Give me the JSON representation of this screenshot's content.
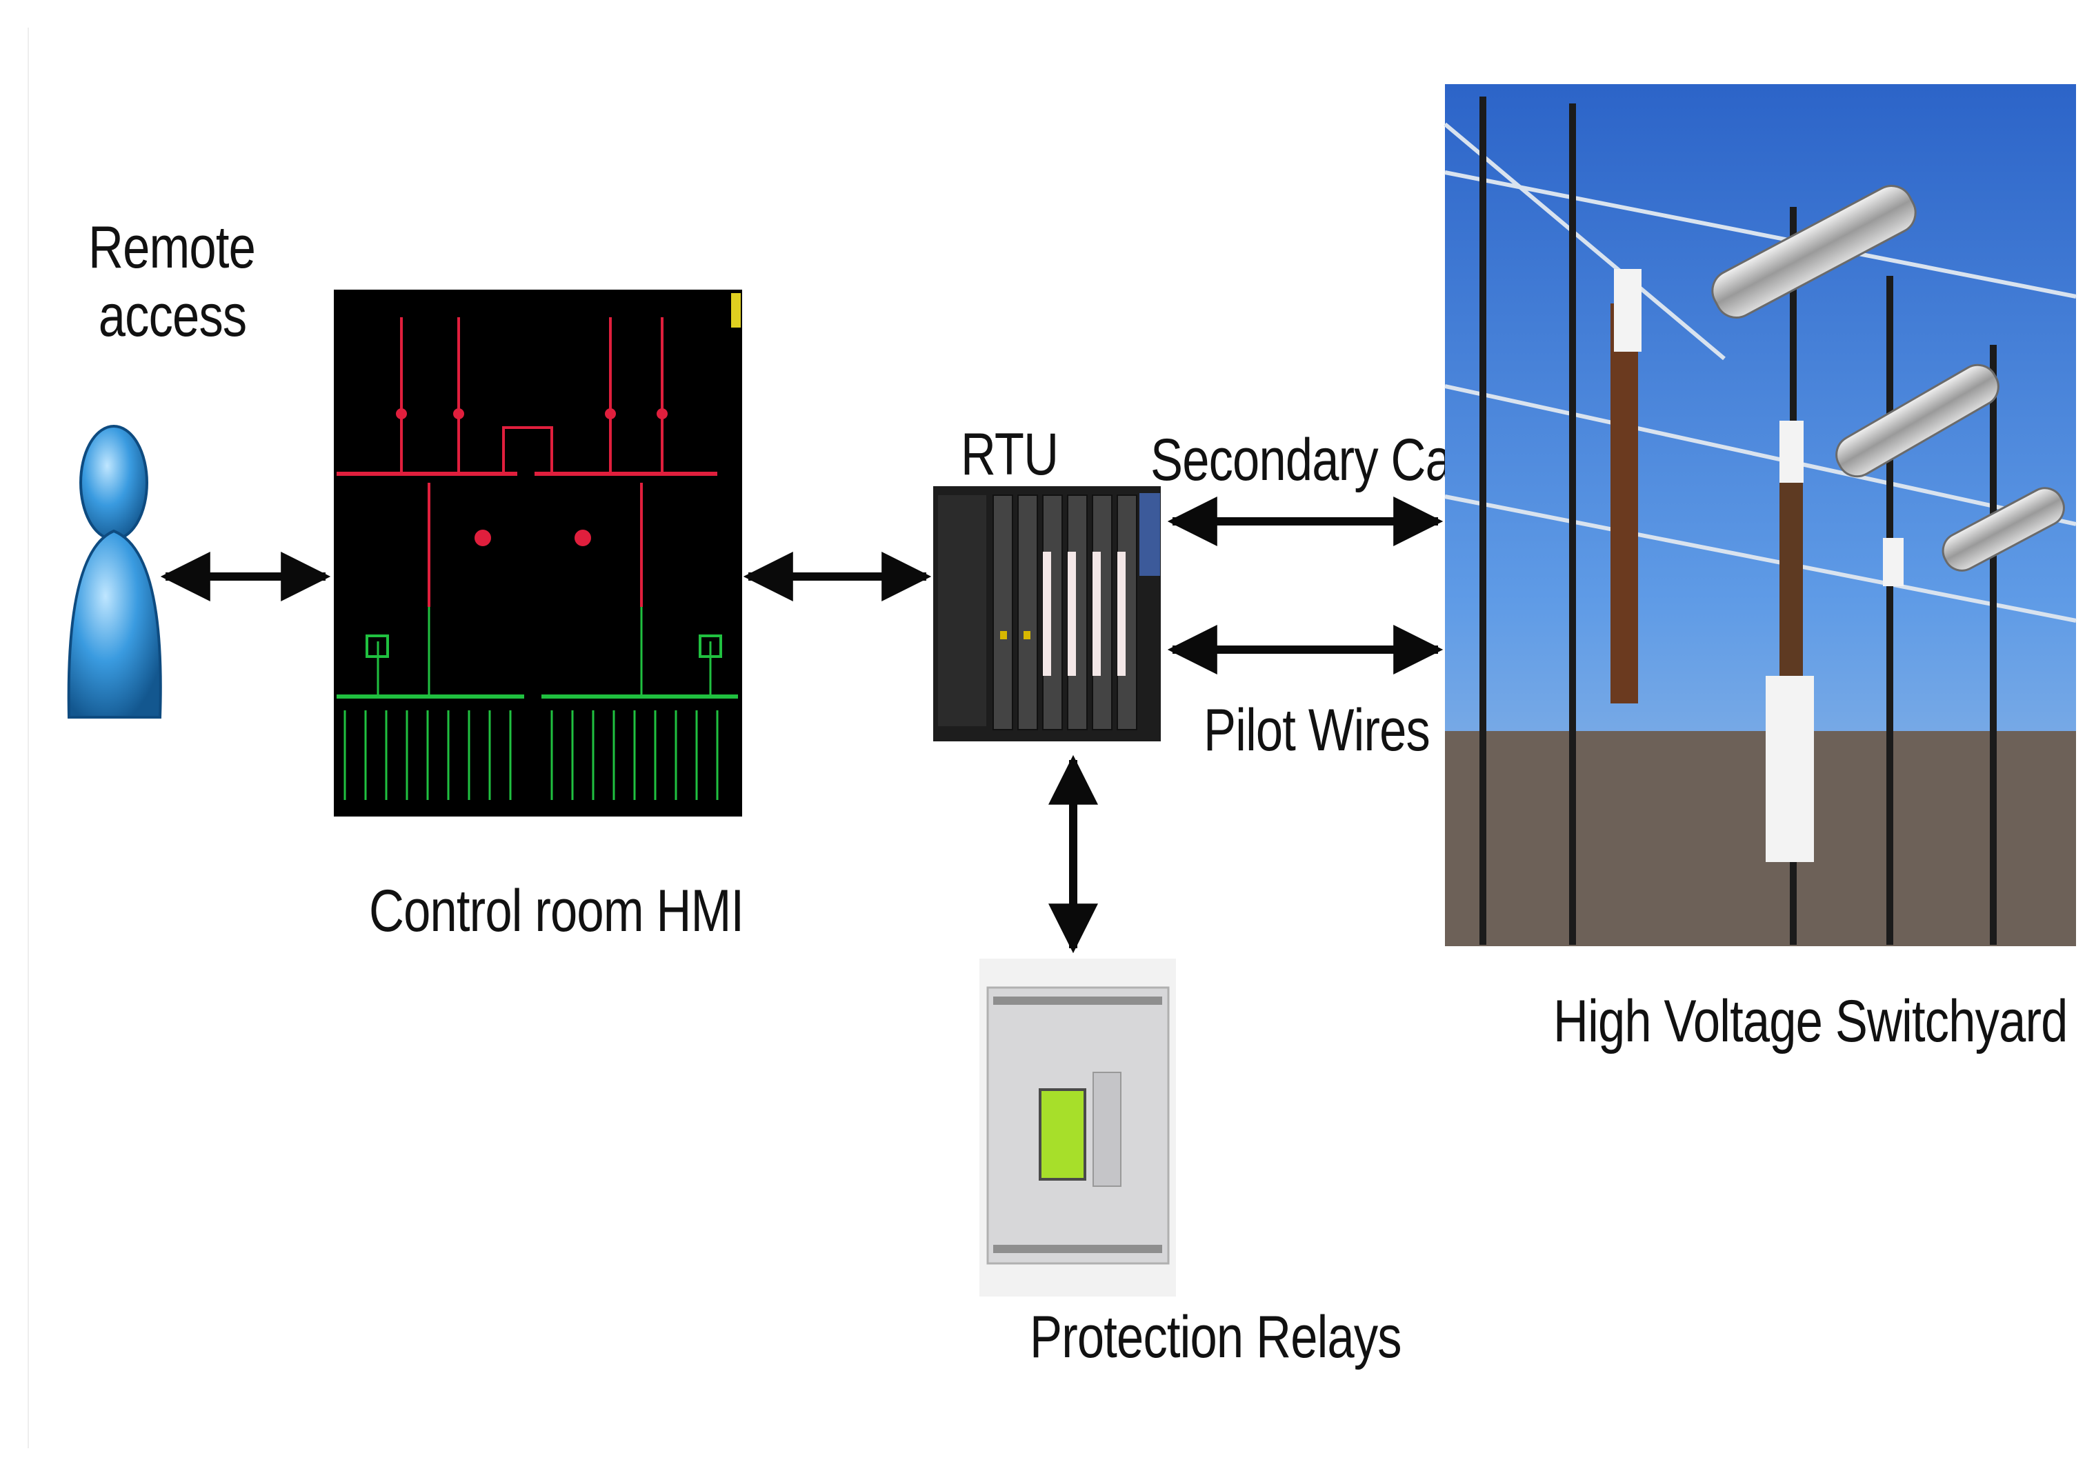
{
  "labels": {
    "remote": [
      "Remote",
      "access"
    ],
    "hmi": "Control room HMI",
    "rtu": "RTU",
    "secondary": "Secondary Cables",
    "pilot": "Pilot Wires",
    "switchyard": "High Voltage Switchyard",
    "relays": "Protection Relays"
  },
  "colors": {
    "arrow": "#0a0a0a",
    "hmi_bg": "#000000",
    "hmi_red": "#e01f3d",
    "hmi_green": "#20c040",
    "person_blue": "#3a9be0",
    "sky_blue": "#3f7fd6"
  },
  "icons": {
    "remote": "user-icon",
    "hmi": "single-line-diagram-screen",
    "rtu": "rtu-rack-icon",
    "relays": "protection-relay-device-icon",
    "switchyard": "substation-photo"
  }
}
